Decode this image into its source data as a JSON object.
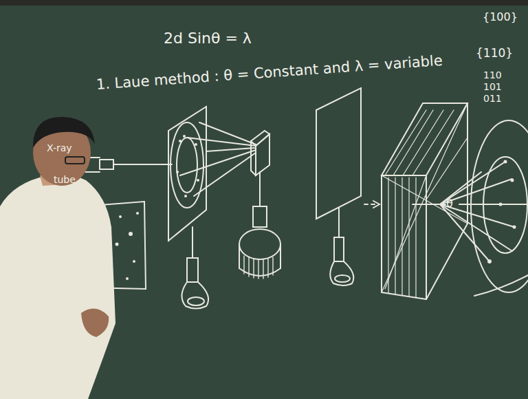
{
  "diagram": {
    "labels": [
      "2d Sinθ = λ",
      "1. Laue method : θ = Constant and λ = variable",
      "{100}",
      "{110}",
      "110",
      "101",
      "011",
      "X-ray",
      "tube",
      "θ"
    ]
  }
}
